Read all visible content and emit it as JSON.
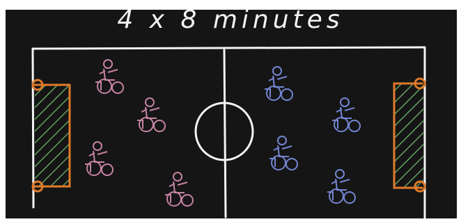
{
  "title": "4 x 8 minutes",
  "colors": {
    "board": "#151515",
    "chalk_white": "#f4f4f4",
    "team_left": "#d98fb3",
    "team_right": "#7f93e6",
    "goal_frame": "#e07a2a",
    "goal_net": "#7fd07a"
  },
  "teams": {
    "left": {
      "players": 4,
      "icon": "wheelchair-player-icon"
    },
    "right": {
      "players": 4,
      "icon": "wheelchair-player-icon"
    }
  }
}
